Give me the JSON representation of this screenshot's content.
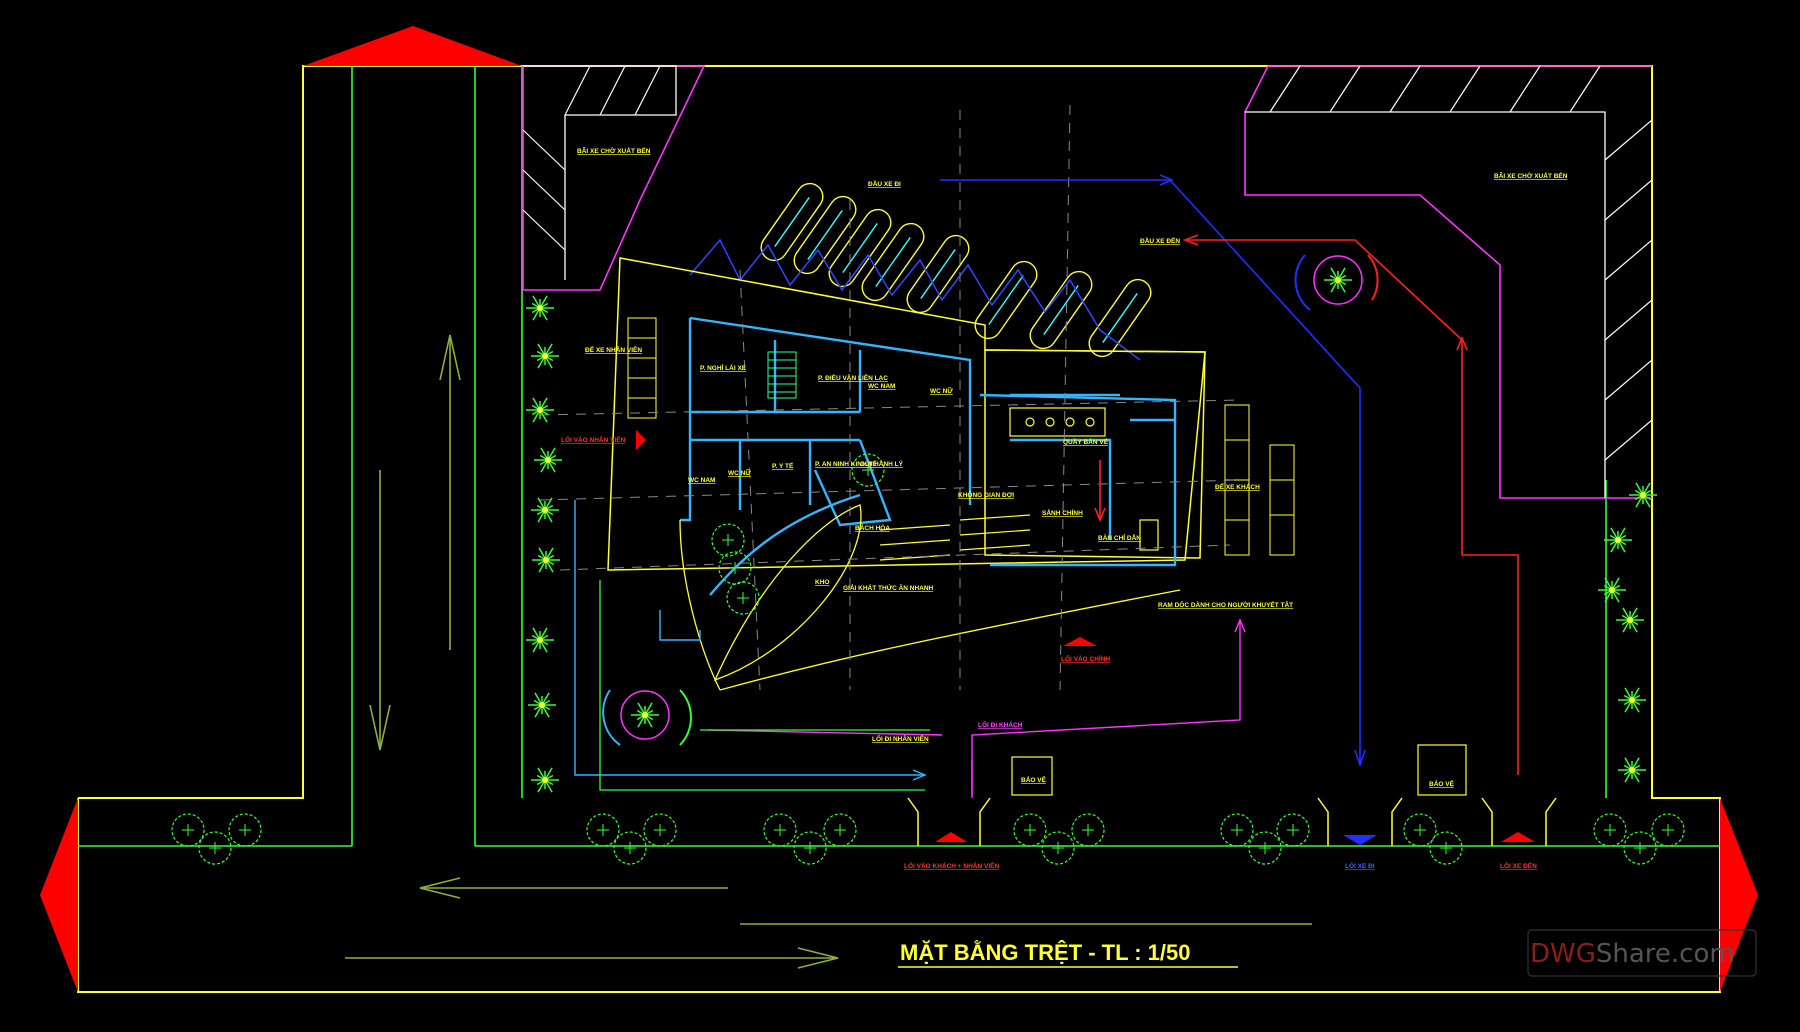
{
  "drawing": {
    "title": "MẶT BẰNG TRỆT - TL : 1/50",
    "watermark": {
      "part1": "DWG",
      "part2": "Share.com"
    },
    "colors": {
      "background": "#000000",
      "site": "#ffff33",
      "road": "#33ff33",
      "parking": "#ff33ff",
      "walls": "#3399ff",
      "flow_in": "#ff2020",
      "flow_out": "#2030ff",
      "markers": "#ff0000"
    }
  },
  "labels": {
    "parking_left": "BÃI XE CHỜ XUẤT BẾN",
    "parking_right": "BÃI XE CHỜ XUẤT BẾN",
    "bus_out": "ĐẦU XE ĐI",
    "bus_in": "ĐẦU XE ĐẾN",
    "staff_parking": "ĐỂ XE NHÂN VIÊN",
    "staff_entry": "LỐI VÀO NHÂN VIÊN",
    "driver_rest": "P. NGHỈ LÁI XE",
    "dispatch": "P. ĐIỀU VẬN LIÊN LẠC",
    "wc_male_1": "WC NAM",
    "wc_female_1": "WC NỮ",
    "wc_male_2": "WC NAM",
    "wc_female_2": "WC NỮ",
    "ticket_room": "P. Y TẾ",
    "security_room": "P. AN NINH KINH TẾ",
    "luggage": "GỬI HÀNH LÝ",
    "grocery": "BÁCH HÓA",
    "waiting_hall": "KHÔNG GIAN ĐỢI",
    "ticket_counter": "QUẦY BÁN VÉ",
    "main_lobby": "SẢNH CHÍNH",
    "info_desk": "BÀN CHỈ DẪN",
    "kiosk": "KHO",
    "refreshment": "GIẢI KHÁT THỨC ĂN NHANH",
    "passenger_parking": "ĐỂ XE KHÁCH",
    "ramp": "RAM DỐC DÀNH CHO NGƯỜI KHUYẾT TẬT",
    "main_entry": "LỐI VÀO CHÍNH",
    "staff_exit": "LỐI ĐI NHÂN VIÊN",
    "passenger_exit": "LỐI ĐI KHÁCH",
    "guard_1": "BẢO VỆ",
    "guard_2": "BẢO VỆ",
    "gate_passenger_staff": "LỐI VÀO KHÁCH + NHÂN VIÊN",
    "gate_bus_out": "LỐI XE ĐI",
    "gate_bus_in": "LỐI XE ĐẾN"
  }
}
